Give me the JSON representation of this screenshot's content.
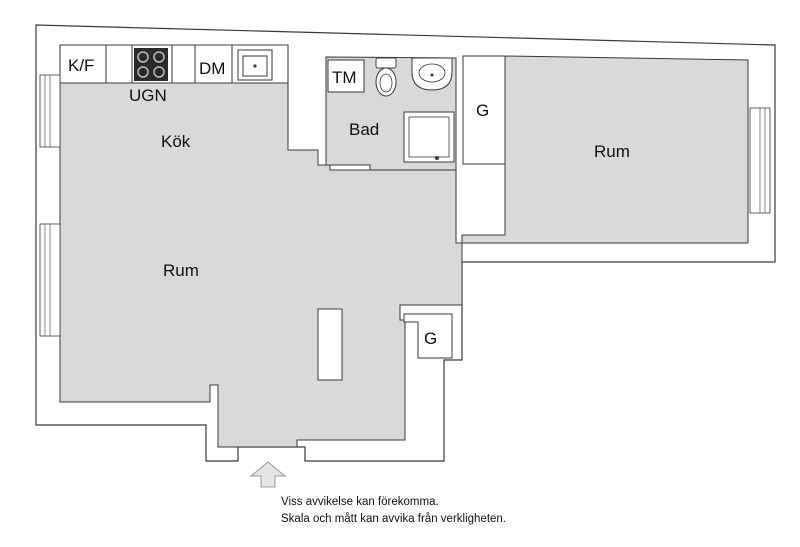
{
  "colors": {
    "floor": "#d9d9d9",
    "wall_line": "#3a3a3a",
    "background": "#ffffff",
    "stove": "#2b2b2b",
    "entry_arrow": "#e4e4e4"
  },
  "rooms": {
    "kf": "K/F",
    "ugn": "UGN",
    "dm": "DM",
    "tm": "TM",
    "kok": "Kök",
    "bad": "Bad",
    "rum_main": "Rum",
    "rum_right": "Rum",
    "g_top": "G",
    "g_mid": "G"
  },
  "icons": {
    "stove": "stove-icon",
    "sink": "sink-icon",
    "toilet": "toilet-icon",
    "washbasin": "washbasin-icon",
    "shower": "shower-icon",
    "entrance": "entrance-arrow-icon",
    "windows": "window-icon"
  },
  "disclaimer": {
    "line1": "Viss avvikelse kan förekomma.",
    "line2": "Skala och mått kan avvika från verkligheten."
  }
}
